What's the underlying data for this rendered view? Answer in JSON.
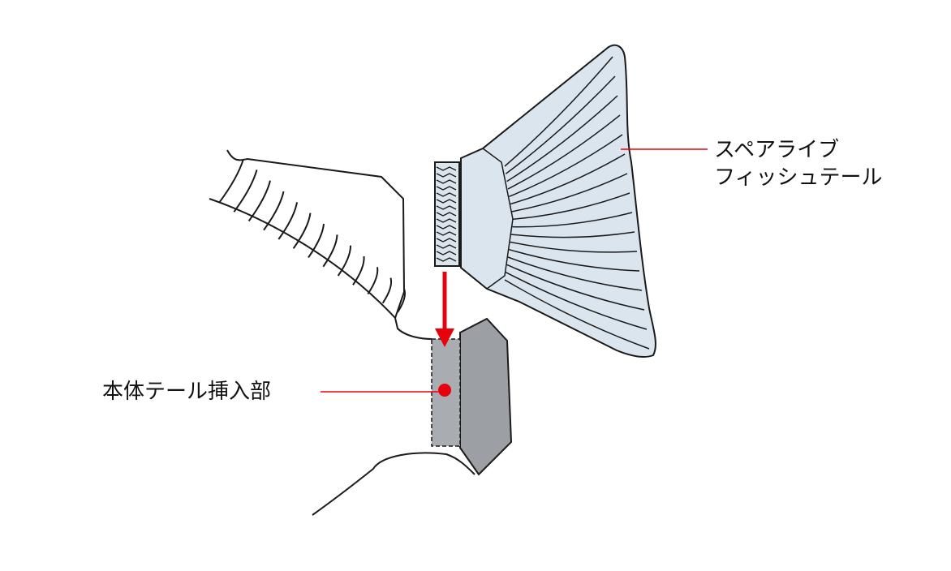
{
  "labels": {
    "spare_tail_line1": "スペアライブ",
    "spare_tail_line2": "フィッシュテール",
    "insert_part": "本体テール挿入部"
  },
  "colors": {
    "tail_fill": "#dbe5ed",
    "body_gray": "#9c9fa3",
    "insert_gray": "#a9acb0",
    "accent_red": "#e8000b",
    "outline": "#1a1a1a"
  }
}
